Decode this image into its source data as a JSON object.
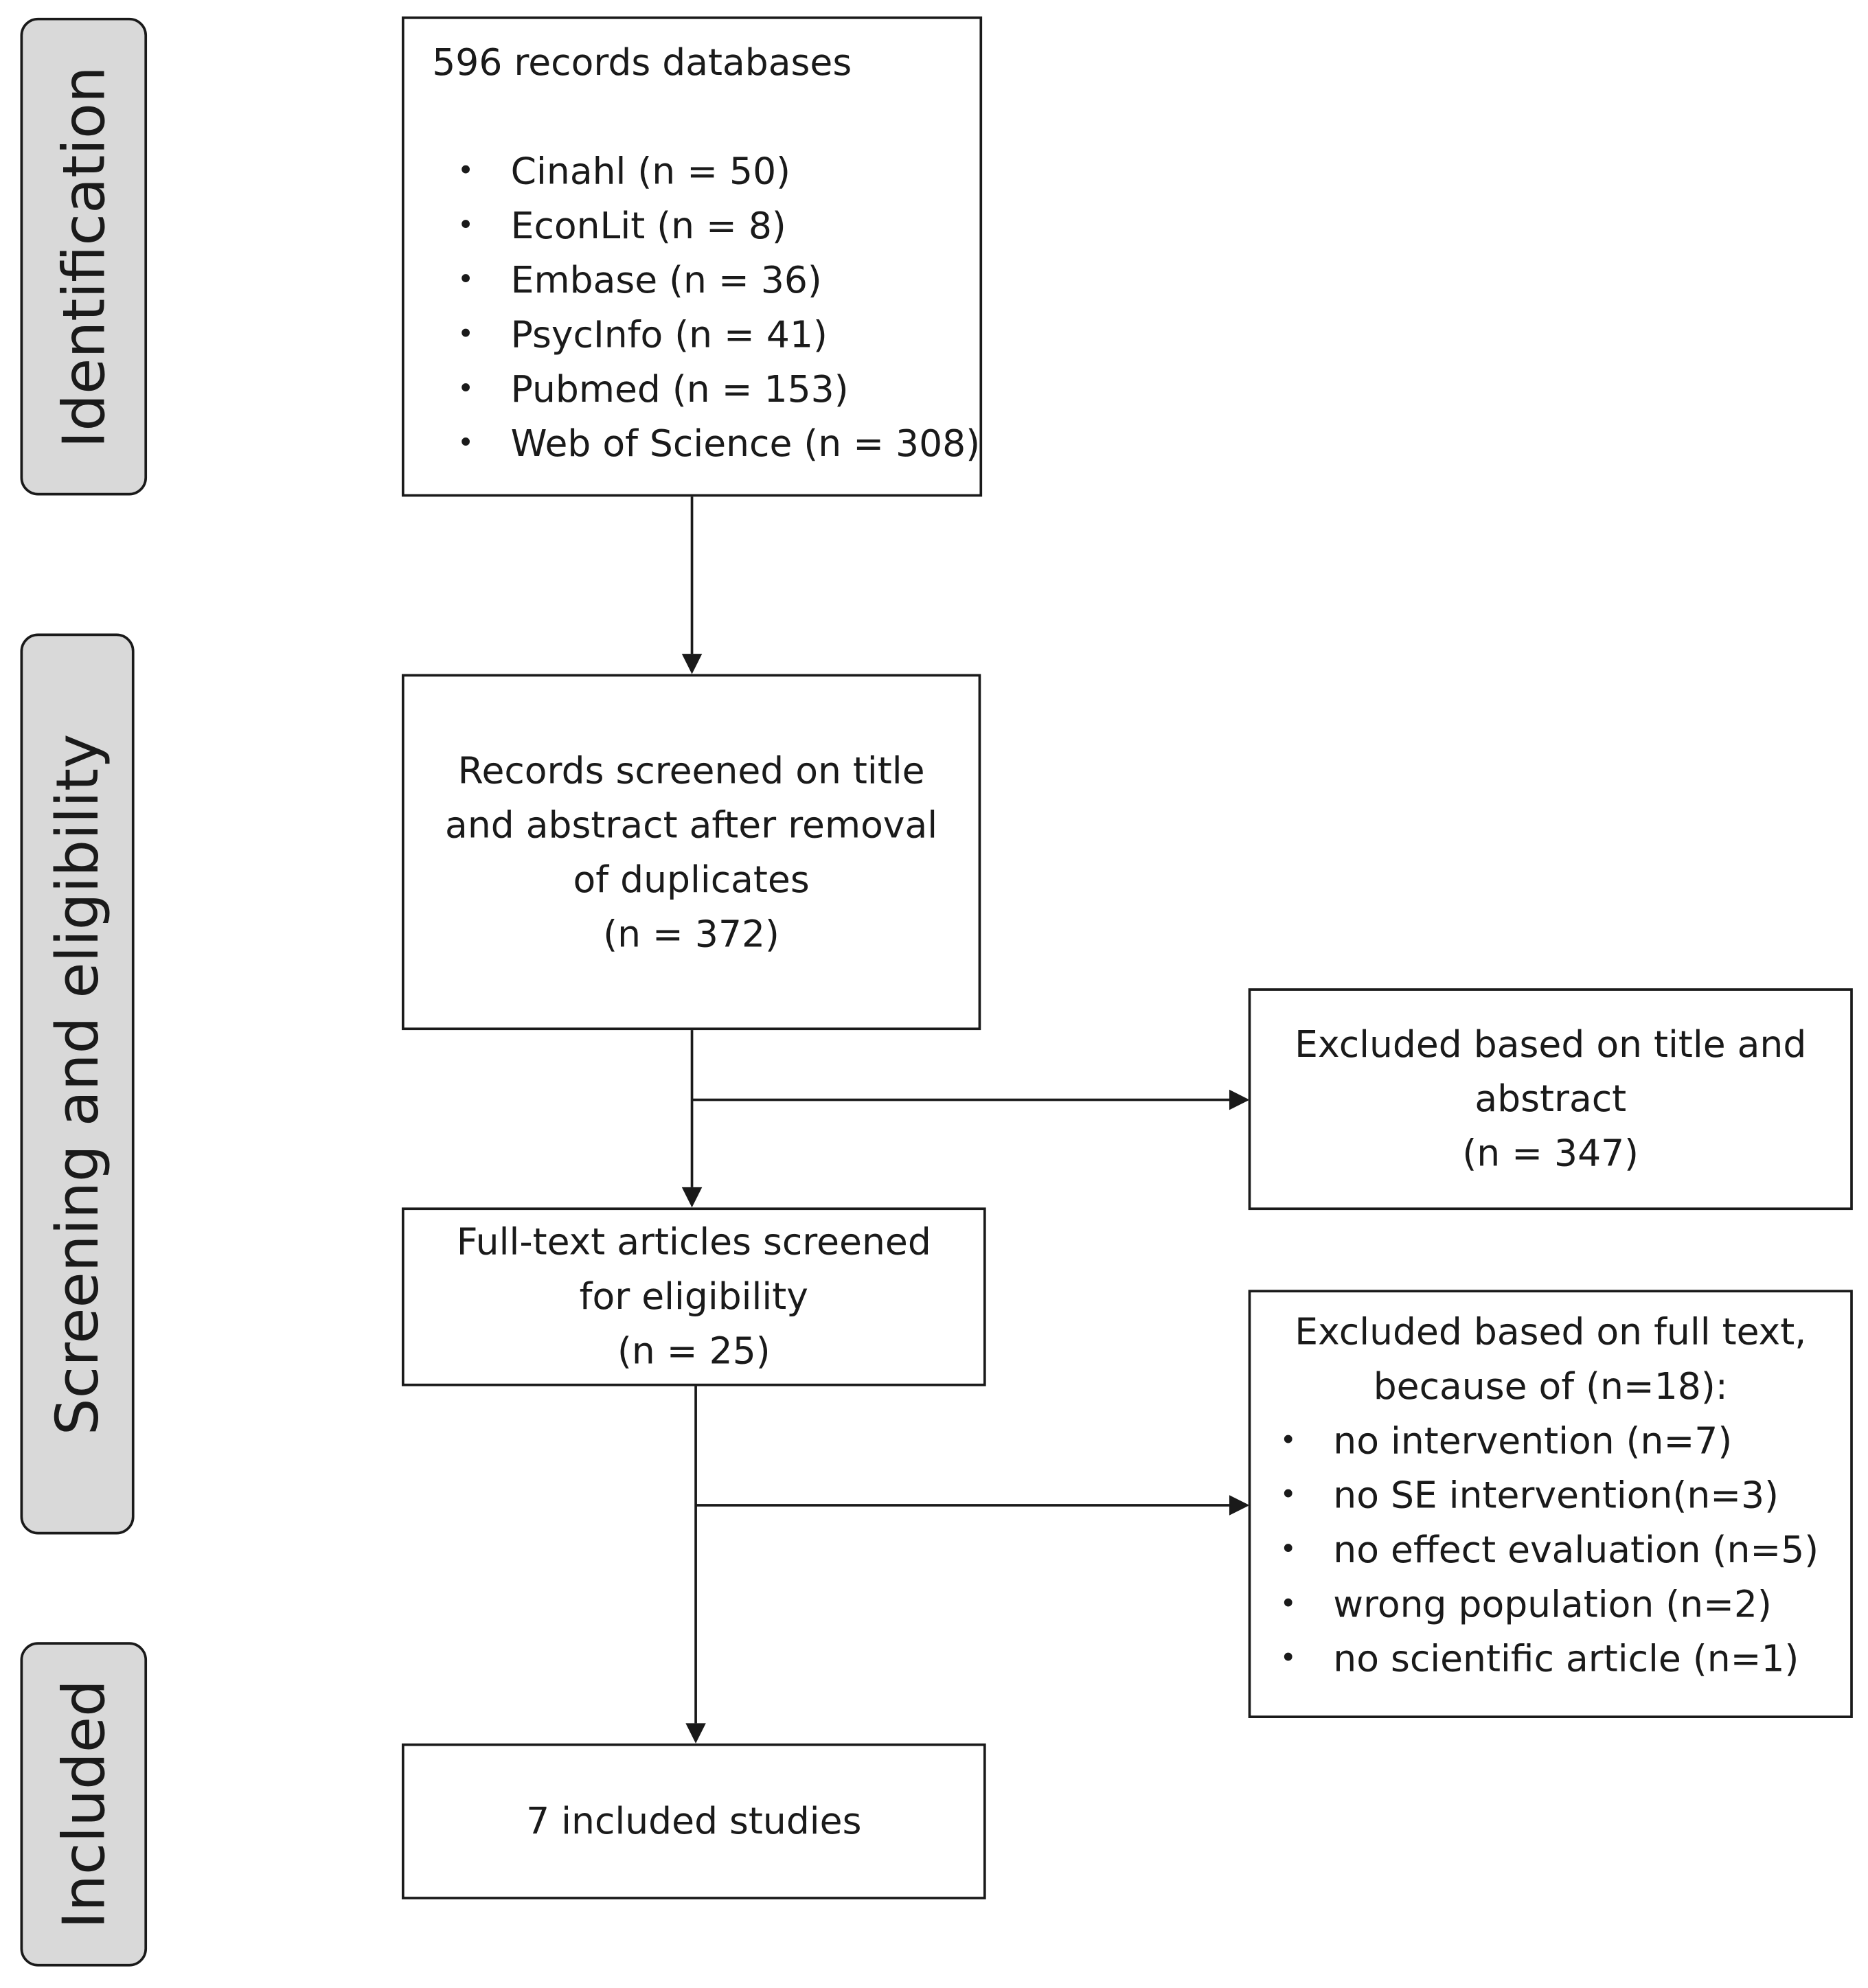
{
  "phases": {
    "identification": "Identification",
    "screening": "Screening and eligibility",
    "included": "Included"
  },
  "identification_box": {
    "heading": "596 records databases",
    "items": [
      "Cinahl (n = 50)",
      "EconLit (n = 8)",
      "Embase (n = 36)",
      "PsycInfo (n = 41)",
      "Pubmed (n = 153)",
      "Web of Science (n = 308)"
    ]
  },
  "screened_box": {
    "line1": "Records  screened on title",
    "line2": "and abstract  after removal",
    "line3": "of duplicates",
    "count": "(n = 372)"
  },
  "excluded_title_box": {
    "line1": "Excluded based on title and",
    "line2": "abstract",
    "count": "(n = 347)"
  },
  "fulltext_box": {
    "line1": "Full-text articles screened",
    "line2": "for eligibility",
    "count": "(n = 25)"
  },
  "excluded_fulltext_box": {
    "line1": "Excluded based on full text,",
    "line2": "because of (n=18):",
    "items": [
      "no intervention (n=7)",
      "no SE intervention(n=3)",
      "no effect evaluation (n=5)",
      "wrong population (n=2)",
      "no scientific article (n=1)"
    ]
  },
  "included_box": {
    "label": "7  included studies"
  }
}
